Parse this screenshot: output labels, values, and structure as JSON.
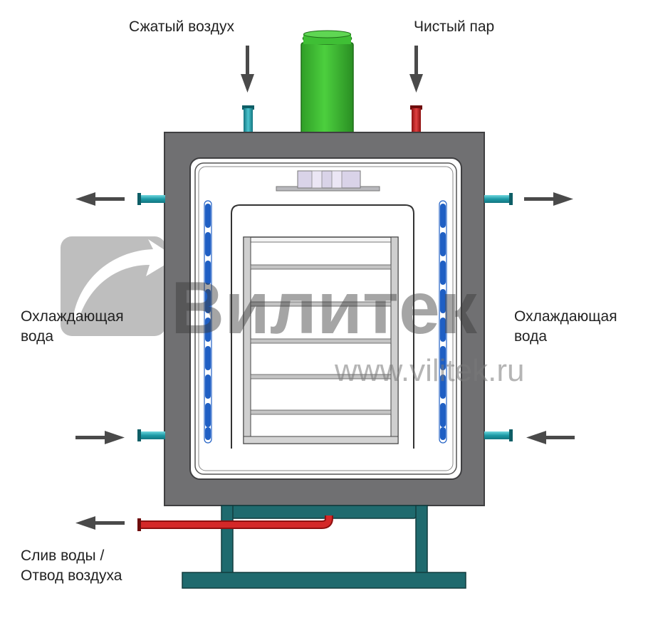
{
  "labels": {
    "compressed_air": "Сжатый воздух",
    "clean_steam": "Чистый пар",
    "cooling_water_left_1": "Охлаждающая",
    "cooling_water_left_2": "вода",
    "cooling_water_right_1": "Охлаждающая",
    "cooling_water_right_2": "вода",
    "drain_1": "Слив воды /",
    "drain_2": "Отвод воздуха"
  },
  "watermark": {
    "brand": "Вилитек",
    "url": "www.vilitek.ru"
  },
  "colors": {
    "frame": "#6e6e70",
    "motor": "#33b52b",
    "compressed_air_pipe": "#1d9aa6",
    "steam_pipe": "#c82020",
    "cooling_coil": "#1f5fc4",
    "stand": "#1f5a5e",
    "arrow": "#4a4a4a"
  }
}
